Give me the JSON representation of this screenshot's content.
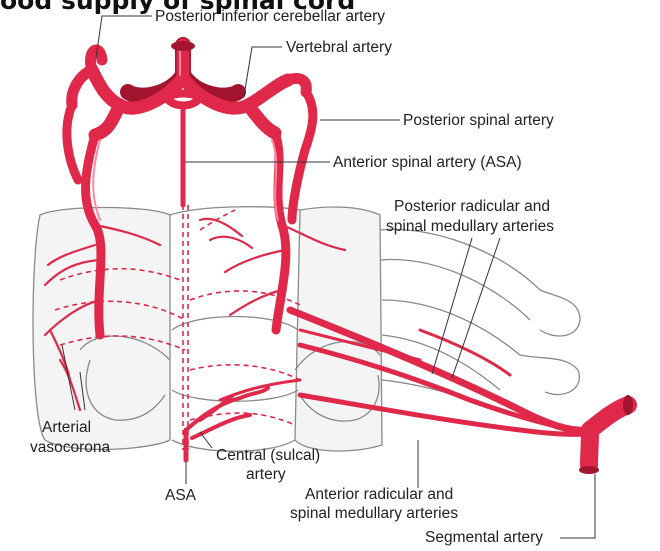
{
  "title": "ood supply of spinal cord",
  "labels": {
    "pica": "Posterior inferior cerebellar artery",
    "vertebral": "Vertebral artery",
    "posterior_spinal": "Posterior spinal artery",
    "anterior_spinal": "Anterior spinal artery (ASA)",
    "post_radicular_1": "Posterior radicular and",
    "post_radicular_2": "spinal medullary arteries",
    "vasocorona_1": "Arterial",
    "vasocorona_2": "vasocorona",
    "central_1": "Central (sulcal)",
    "central_2": "artery",
    "asa": "ASA",
    "ant_radicular_1": "Anterior radicular and",
    "ant_radicular_2": "spinal medullary arteries",
    "segmental": "Segmental artery"
  },
  "colors": {
    "artery": "#e0294a",
    "artery_dark": "#a3142f",
    "cord_outline": "#8a8a8a"
  }
}
